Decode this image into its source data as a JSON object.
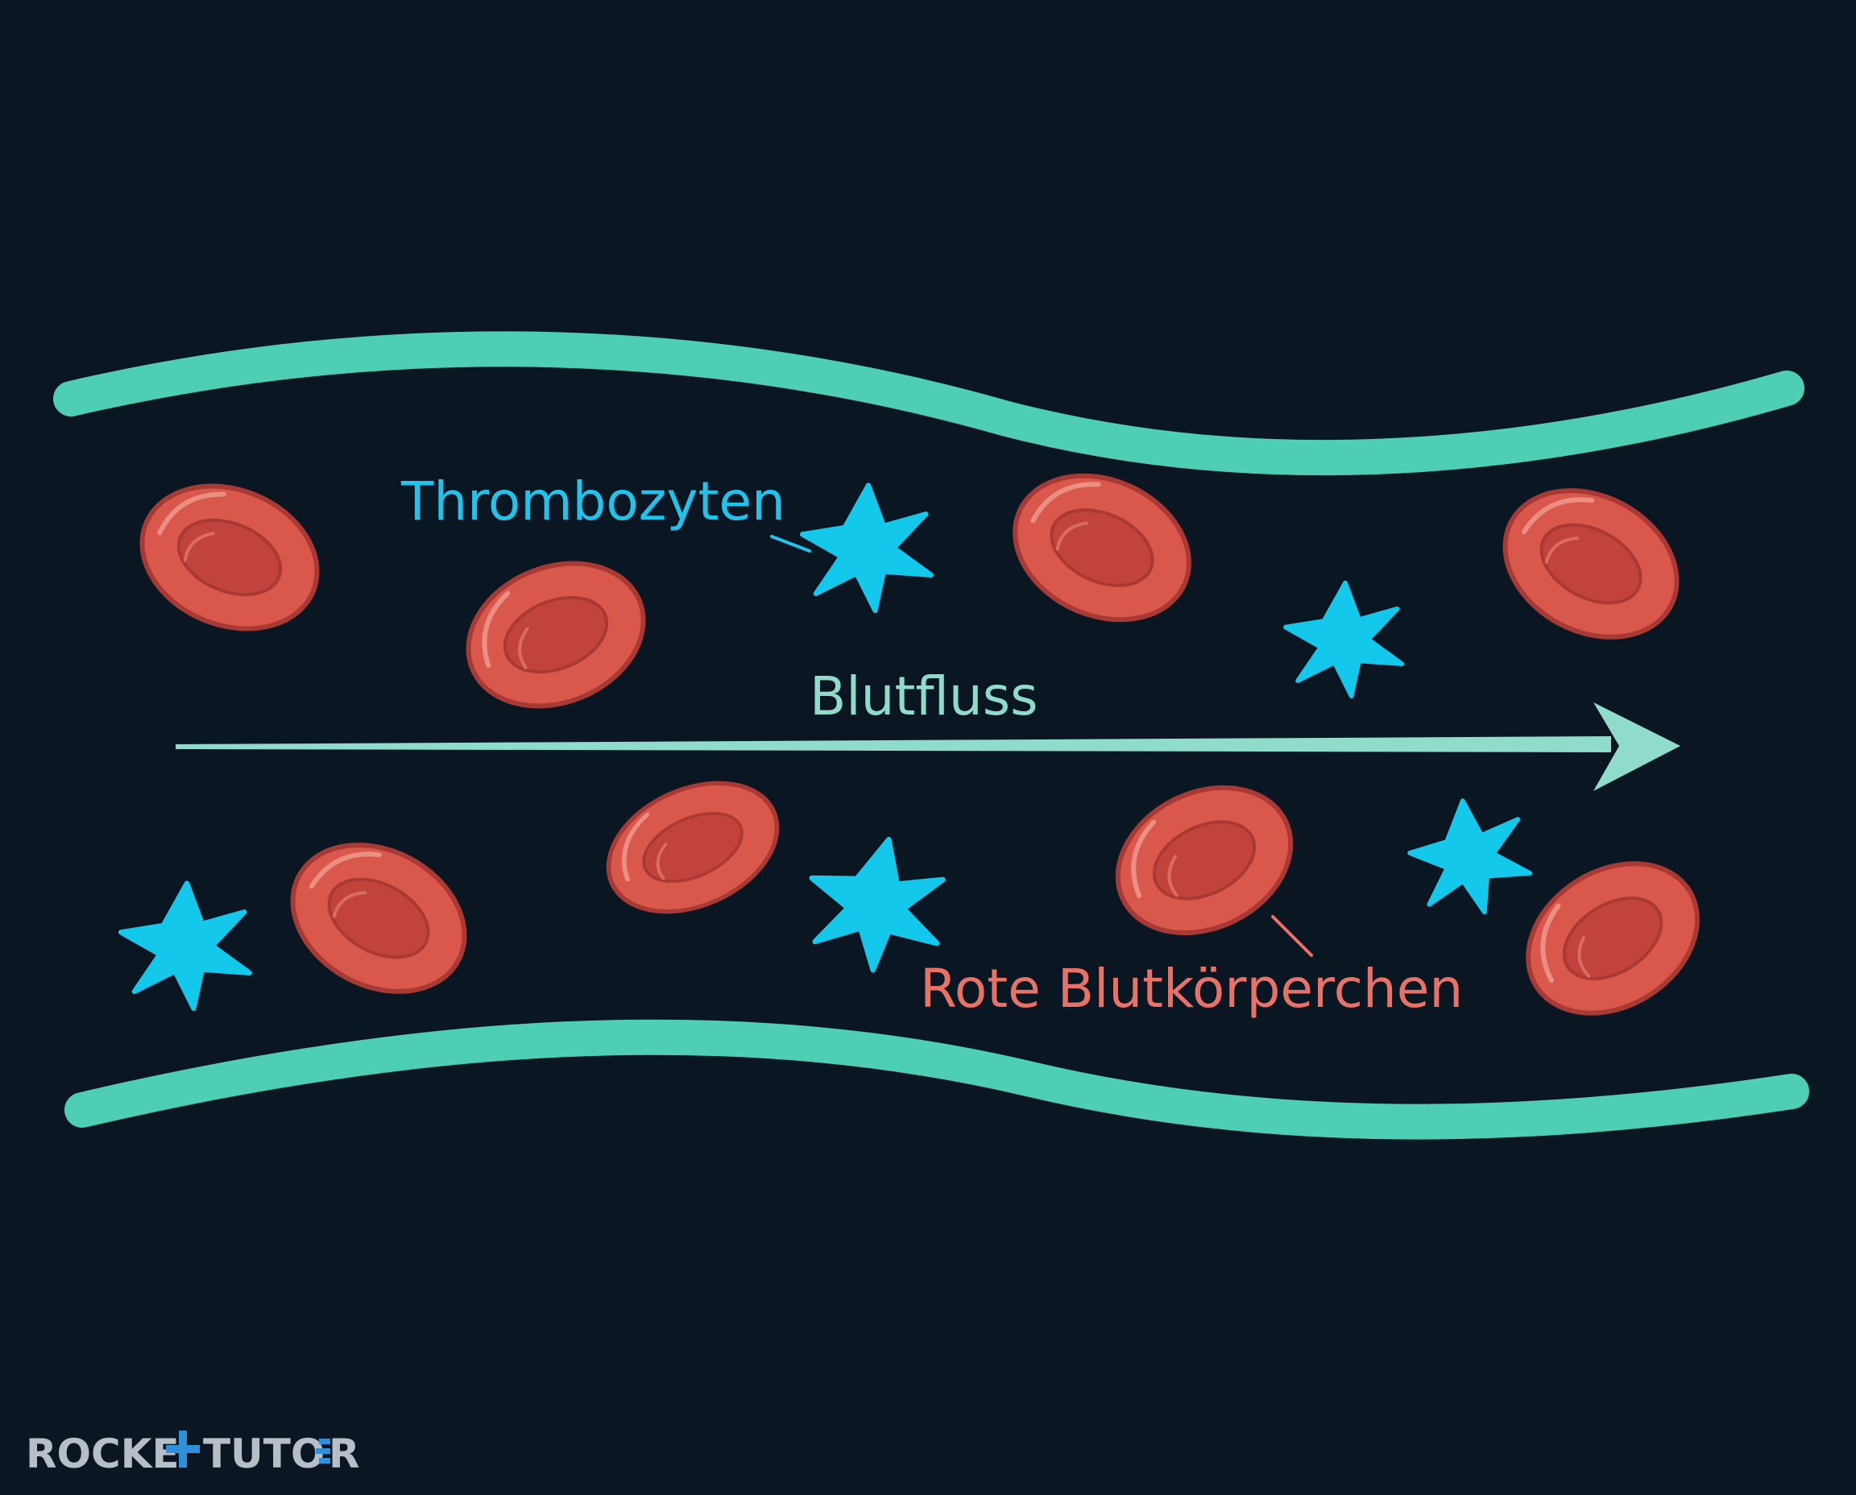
{
  "labels": {
    "platelets": "Thrombozyten",
    "flow": "Blutfluss",
    "red_cells": "Rote Blutkörperchen"
  },
  "logo": {
    "text_left": "ROCKE",
    "text_right": "TUTO",
    "text_end": "R"
  },
  "colors": {
    "background": "#0b1623",
    "vessel_wall": "#4ecfb5",
    "red_cell": "#d9574b",
    "red_cell_outline": "#a73a34",
    "red_cell_center": "#c2433c",
    "platelet": "#14c8ec",
    "platelet_label": "#22c3ea",
    "flow_arrow": "#8fdccb",
    "red_cell_label": "#e77368",
    "logo_gray": "#b8bec6",
    "logo_blue": "#2f8fd9"
  }
}
